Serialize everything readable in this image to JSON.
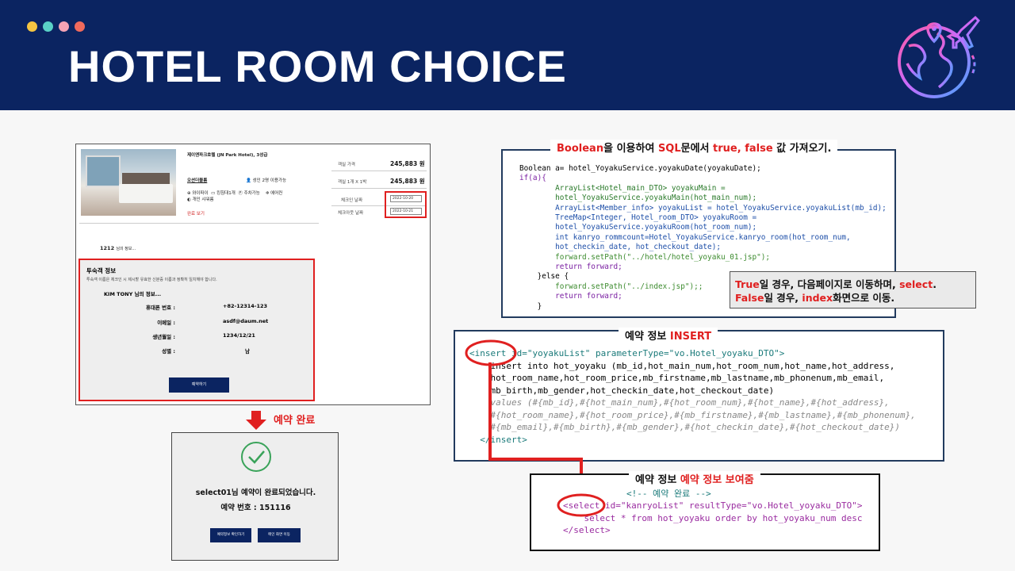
{
  "header": {
    "title": "HOTEL ROOM CHOICE",
    "dot_colors": [
      "#f5c542",
      "#5ad1c6",
      "#f4a3b5",
      "#f06a5c"
    ],
    "background": "#0b2461"
  },
  "booking_page": {
    "hotel_name": "제이앤파크호텔 (JN Park Hotel), 3성급",
    "room_option": "오션더블룸",
    "guests": "성인 2명 이용가능",
    "amenities_row1": [
      "와이파이",
      "킹침대1개",
      "주차가능",
      "에어컨"
    ],
    "amenities_row2": [
      "개인 샤워룸"
    ],
    "more_link": "완료 보기",
    "room_price_label": "객실 가격",
    "room_price": "245,883 원",
    "total_label": "객실 1개 X 1박",
    "total_price": "245,883 원",
    "checkin_label": "체크인 날짜",
    "checkin_value": "2022-10-20",
    "checkout_label": "체크아웃 날짜",
    "checkout_value": "2022-10-21",
    "room_info": "1212",
    "room_info_suffix": "님의 정보...",
    "guest_section": {
      "title": "투숙객 정보",
      "desc": "투숙객 이름은 체크인 시 제시할 유효한 신분증 이름과 정확히 일치해야 합니다.",
      "name_line": "KIM    TONY 님의 정보...",
      "fields": [
        {
          "label": "휴대폰 번호 :",
          "value": "+82-12314-123"
        },
        {
          "label": "이메일 :",
          "value": "asdf@daum.net"
        },
        {
          "label": "생년월일 :",
          "value": "1234/12/21"
        },
        {
          "label": "성별 :",
          "value": "남"
        }
      ],
      "reserve_button": "예약하기"
    }
  },
  "completion": {
    "label": "예약 완료",
    "message": "select01님 예약이 완료되었습니다.",
    "reservation_no": "예약 번호 : 151116",
    "btn_confirm": "예약정보 확인하기",
    "btn_main": "메인 화면 이동"
  },
  "box1": {
    "label_pre": "Boolean",
    "label_mid1": "을 이용하여 ",
    "label_sql": "SQL",
    "label_mid2": "문에서 ",
    "label_tf": "true, false",
    "label_post": " 값 가져오기.",
    "lines": [
      "Boolean a= hotel_YoyakuService.yoyakuDate(yoyakuDate);",
      "if(a){",
      "        ArrayList<Hotel_main_DTO> yoyakuMain =",
      "        hotel_YoyakuService.yoyakuMain(hot_main_num);",
      "        ArrayList<Member_info> yoyakuList = hotel_YoyakuService.yoyakuList(mb_id);",
      "        TreeMap<Integer, Hotel_room_DTO> yoyakuRoom =",
      "        hotel_YoyakuService.yoyakuRoom(hot_room_num);",
      "        int kanryo_rommcount=Hotel_YoyakuService.kanryo_room(hot_room_num,",
      "        hot_checkin_date, hot_checkout_date);",
      "        forward.setPath(\"../hotel/hotel_yoyaku_01.jsp\");",
      "        return forward;",
      "    }else {",
      "        forward.setPath(\"../index.jsp\");;",
      "        return forward;",
      "    }"
    ]
  },
  "note": {
    "l1_a": "True",
    "l1_b": "일 경우, 다음페이지로 이동하며, ",
    "l1_c": "select",
    "l1_d": ".",
    "l2_a": "False",
    "l2_b": "일 경우, ",
    "l2_c": "index",
    "l2_d": "화면으로 이동."
  },
  "box2": {
    "label_a": "예약 정보 ",
    "label_b": "INSERT",
    "lines": [
      "<insert id=\"yoyakuList\" parameterType=\"vo.Hotel_yoyaku_DTO\">",
      "    insert into hot_yoyaku (mb_id,hot_main_num,hot_room_num,hot_name,hot_address,",
      "    hot_room_name,hot_room_price,mb_firstname,mb_lastname,mb_phonenum,mb_email,",
      "    mb_birth,mb_gender,hot_checkin_date,hot_checkout_date)",
      "    values (#{mb_id},#{hot_main_num},#{hot_room_num},#{hot_name},#{hot_address},",
      "    #{hot_room_name},#{hot_room_price},#{mb_firstname},#{mb_lastname},#{mb_phonenum},",
      "    #{mb_email},#{mb_birth},#{mb_gender},#{hot_checkin_date},#{hot_checkout_date})",
      "  </insert>"
    ]
  },
  "box3": {
    "label_a": "예약 정보 ",
    "label_b": "예약 정보 보여줌",
    "lines": [
      "<!-- 예약 완료 -->",
      "<select id=\"kanryoList\" resultType=\"vo.Hotel_yoyaku_DTO\">",
      "    select * from hot_yoyaku order by hot_yoyaku_num desc",
      "</select>"
    ]
  },
  "colors": {
    "accent_red": "#e02020",
    "navy": "#0b2461",
    "box_border": "#223b5e"
  }
}
